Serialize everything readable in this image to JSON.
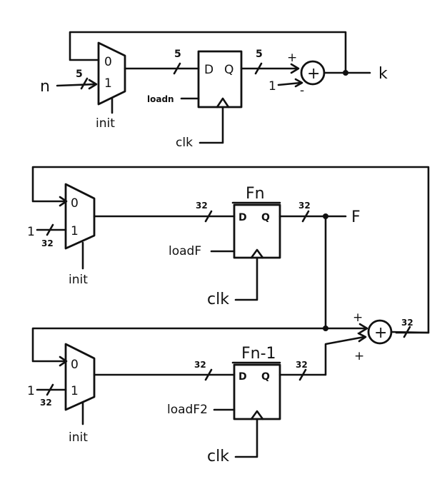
{
  "top": {
    "mux_in0": "0",
    "mux_in1": "1",
    "input_n": "n",
    "width_n": "5",
    "width_mux_out": "5",
    "width_q": "5",
    "reg_d": "D",
    "reg_q": "Q",
    "load": "loadn",
    "clk": "clk",
    "sel": "init",
    "add_plus_sign": "+",
    "add_minus_sign": "-",
    "add_symbol": "+",
    "const_one": "1",
    "output_k": "k"
  },
  "mid": {
    "mux_in0": "0",
    "mux_in1": "1",
    "const_one": "1",
    "width_in": "32",
    "sel": "init",
    "width_mux_out": "32",
    "reg_title": "Fn",
    "reg_d": "D",
    "reg_q": "Q",
    "width_q": "32",
    "load": "loadF",
    "clk": "clk",
    "output_f": "F"
  },
  "bot": {
    "mux_in0": "0",
    "mux_in1": "1",
    "const_one": "1",
    "width_in": "32",
    "sel": "init",
    "width_mux_out": "32",
    "reg_title": "Fn-1",
    "reg_d": "D",
    "reg_q": "Q",
    "width_q": "32",
    "load": "loadF2",
    "clk": "clk",
    "add_plus_top": "+",
    "add_plus_bottom": "+",
    "add_symbol": "+",
    "width_sum": "32"
  }
}
